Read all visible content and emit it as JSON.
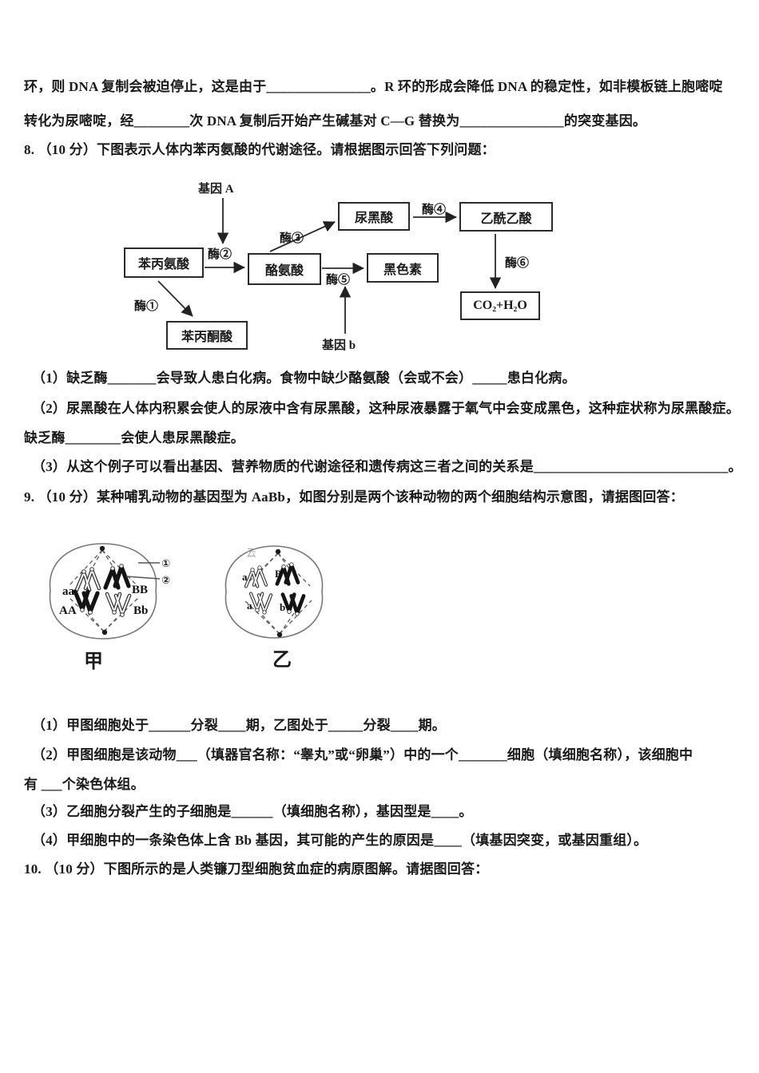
{
  "q7": {
    "line1": "环，则 DNA 复制会被迫停止，这是由于_______________。R 环的形成会降低 DNA 的稳定性，如非模板链上胞嘧啶",
    "line2": "转化为尿嘧啶，经________次 DNA 复制后开始产生碱基对 C—G 替换为_______________的突变基因。"
  },
  "q8": {
    "intro": "8. （10 分）下图表示人体内苯丙氨酸的代谢途径。请根据图示回答下列问题：",
    "diagram": {
      "gene_a": "基因 A",
      "gene_b": "基因 b",
      "boxes": {
        "phenylalanine": "苯丙氨酸",
        "tyrosine": "酪氨酸",
        "homogentisic_acid": "尿黑酸",
        "acetoacetic_acid": "乙酰乙酸",
        "melanin": "黑色素",
        "co2_h2o": "CO₂+H₂O",
        "phenylpyruvic_acid": "苯丙酮酸"
      },
      "enzymes": {
        "e1": "酶①",
        "e2": "酶②",
        "e3": "酶③",
        "e4": "酶④",
        "e5": "酶⑤",
        "e6": "酶⑥"
      }
    },
    "q1": "（1）缺乏酶_______会导致人患白化病。食物中缺少酪氨酸（会或不会）_____患白化病。",
    "q2": "（2）尿黑酸在人体内积累会使人的尿液中含有尿黑酸，这种尿液暴露于氧气中会变成黑色，这种症状称为尿黑酸症。",
    "q2_cont": "缺乏酶________会使人患尿黑酸症。",
    "q3": "（3）从这个例子可以看出基因、营养物质的代谢途径和遗传病这三者之间的关系是____________________________。"
  },
  "q9": {
    "intro": "9. （10 分）某种哺乳动物的基因型为 AaBb，如图分别是两个该种动物的两个细胞结构示意图，请据图回答：",
    "diagram": {
      "jia": {
        "name": "甲",
        "chromosomes": [
          "aa",
          "BB",
          "AA",
          "Bb"
        ],
        "pointers": [
          "①",
          "②"
        ]
      },
      "yi": {
        "name": "乙",
        "chromosomes": [
          "a",
          "B",
          "a",
          "b"
        ],
        "artifact": "云"
      }
    },
    "q1": "（1）甲图细胞处于______分裂____期，乙图处于_____分裂____期。",
    "q2": "（2）甲图细胞是该动物___（填器官名称：“睾丸”或“卵巢”）中的一个_______细胞（填细胞名称），该细胞中",
    "q2_cont": "有 ___个染色体组。",
    "q3": "（3）乙细胞分裂产生的子细胞是______（填细胞名称），基因型是____。",
    "q4": "（4）甲细胞中的一条染色体上含 Bb 基因，其可能的产生的原因是____（填基因突变，或基因重组）。"
  },
  "q10": {
    "intro": "10. （10 分）下图所示的是人类镰刀型细胞贫血症的病原图解。请据图回答："
  }
}
